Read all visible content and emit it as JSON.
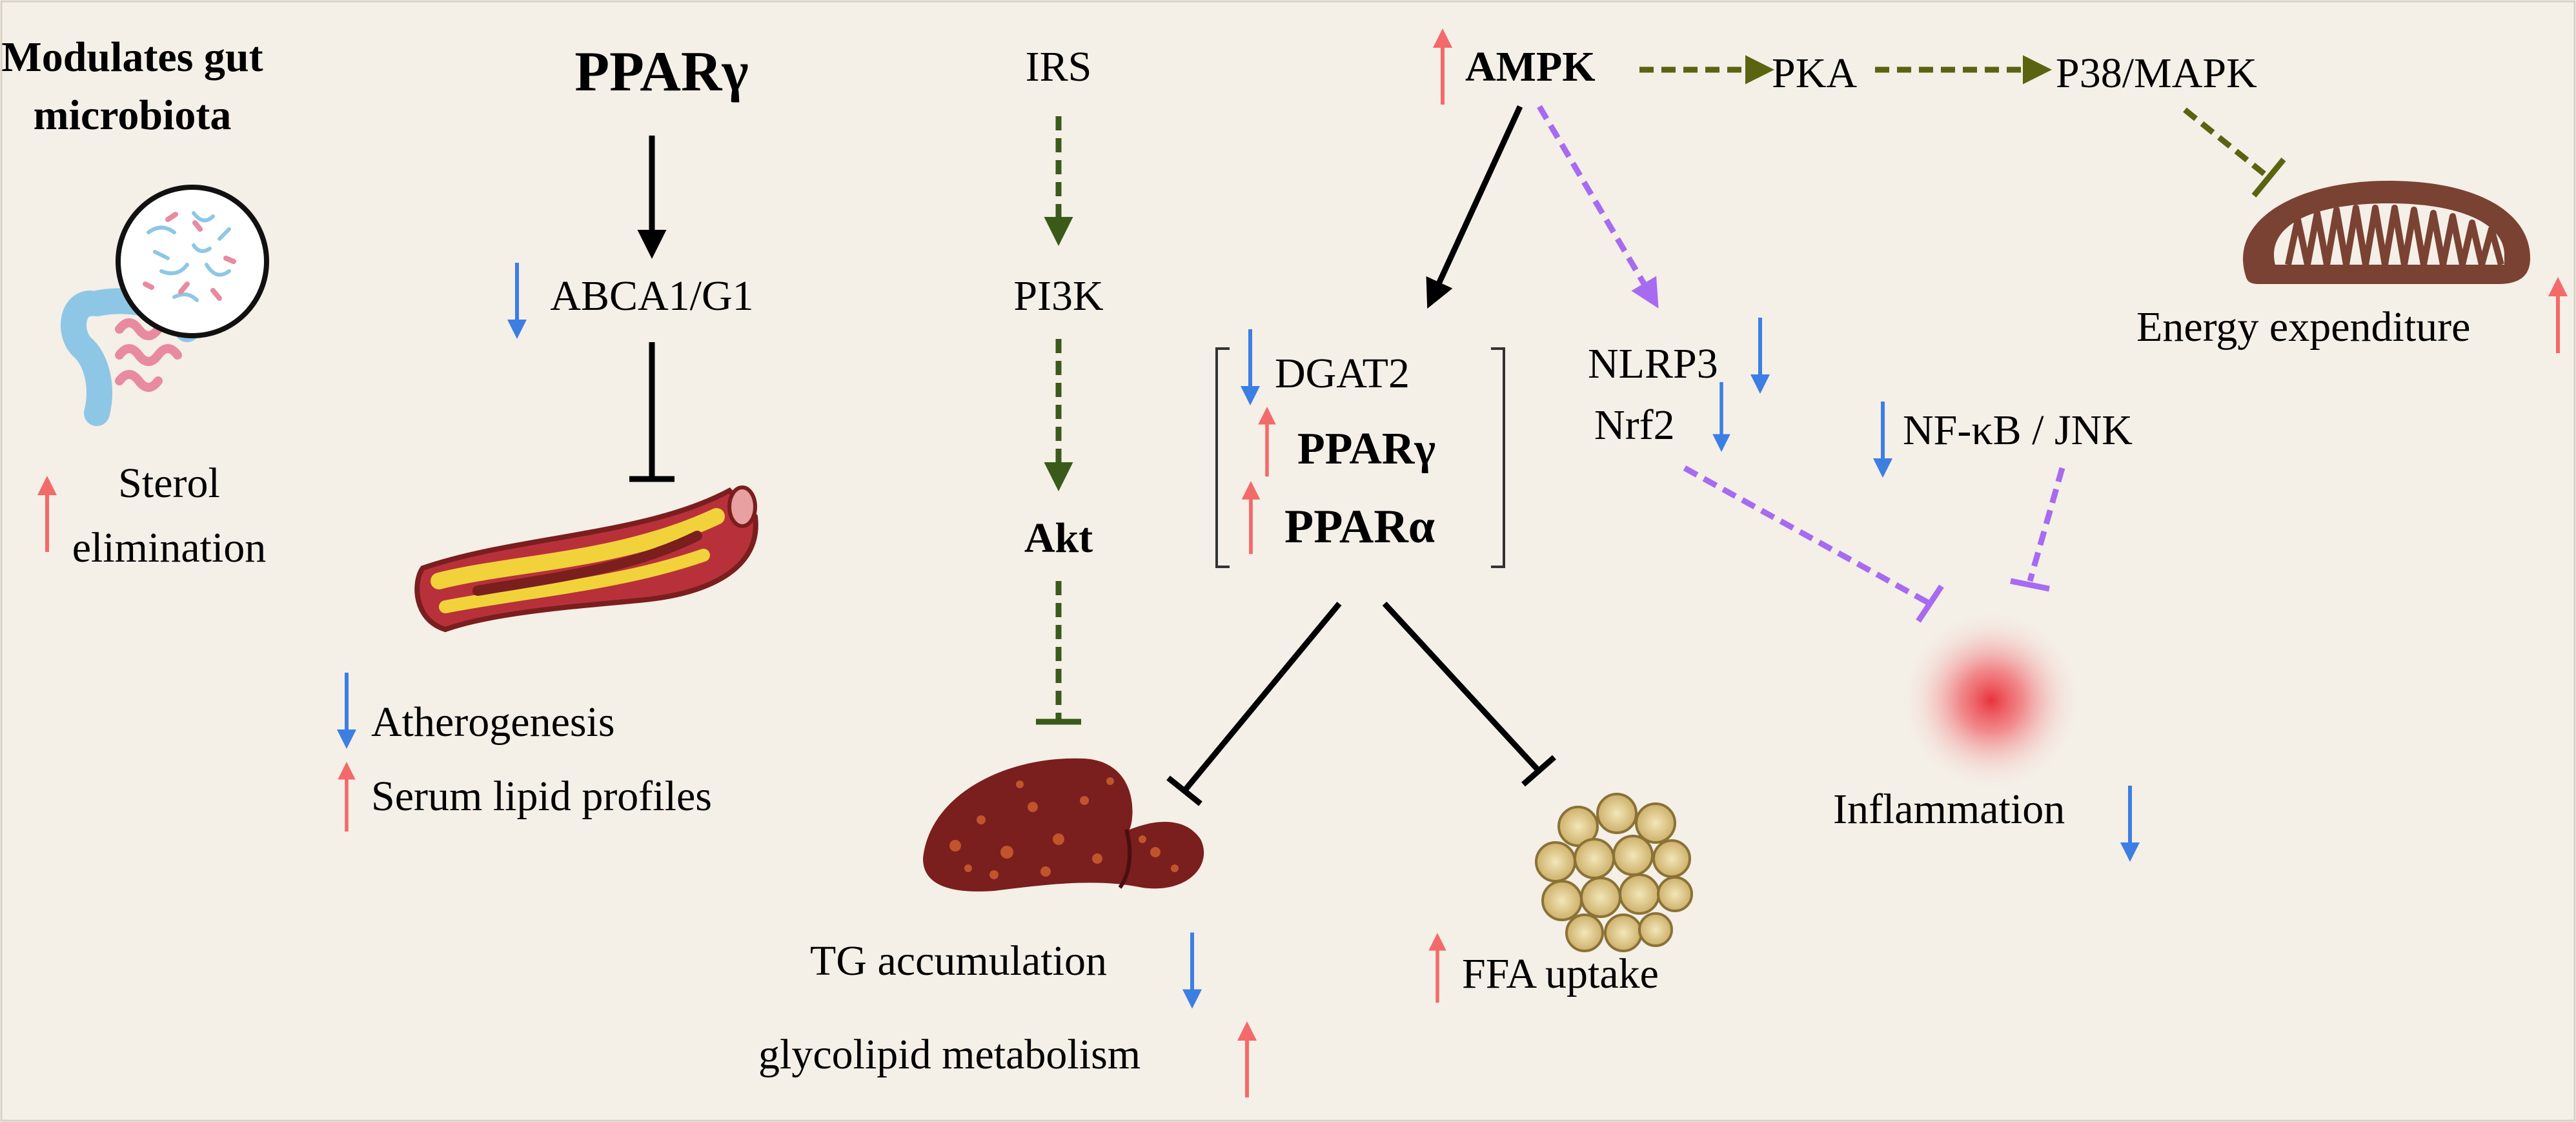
{
  "colors": {
    "background": "#f4efe7",
    "up_arrow": "#f36a6a",
    "down_arrow": "#3d7ee3",
    "olive_dashed": "#5a6410",
    "green_dashed": "#3a5a1a",
    "purple_dashed": "#a66bf0",
    "solid": "#000000",
    "mitochondria": "#7a4232",
    "liver": "#7a1e1e",
    "fat": "#d9c48a",
    "inflammation": "#e8333b",
    "vessel": "#b8313a",
    "plaque": "#f2d23a"
  },
  "left": {
    "title_line1": "Modulates gut",
    "title_line2": "microbiota",
    "sterol_line1": "Sterol",
    "sterol_line2": "elimination"
  },
  "ppar": {
    "top": "PPARγ",
    "abca": "ABCA1/G1",
    "atherogenesis": "Atherogenesis",
    "serum": "Serum lipid profiles"
  },
  "insulin": {
    "irs": "IRS",
    "pi3k": "PI3K",
    "akt": "Akt"
  },
  "ampk": {
    "ampk": "AMPK",
    "pka": "PKA",
    "p38": "P38/MAPK",
    "energy": "Energy expenditure"
  },
  "bracket": {
    "dgat2": "DGAT2",
    "ppar_gamma": "PPARγ",
    "ppar_alpha": "PPARα"
  },
  "inflam": {
    "nlrp3": "NLRP3",
    "nrf2": "Nrf2",
    "nfkb": "NF-κB / JNK",
    "inflammation": "Inflammation"
  },
  "bottom": {
    "tg": "TG accumulation",
    "glyco": "glycolipid metabolism",
    "ffa": "FFA uptake"
  },
  "icons": [
    "gut-microbiota-icon",
    "intestine-icon",
    "artery-plaque-icon",
    "liver-icon",
    "adipocytes-icon",
    "inflammation-glow-icon",
    "mitochondria-icon"
  ]
}
